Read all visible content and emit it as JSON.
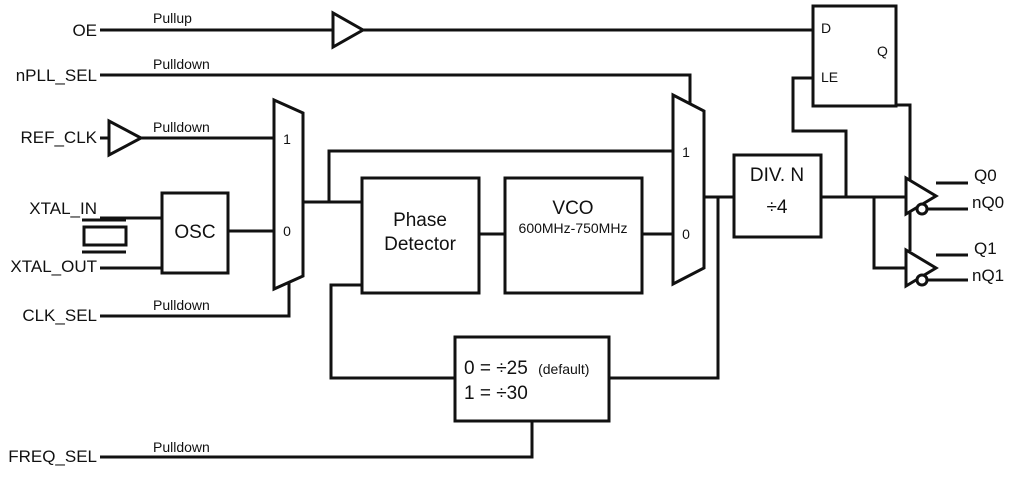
{
  "pins": {
    "oe": "OE",
    "npll_sel": "nPLL_SEL",
    "ref_clk": "REF_CLK",
    "xtal_in": "XTAL_IN",
    "xtal_out": "XTAL_OUT",
    "clk_sel": "CLK_SEL",
    "freq_sel": "FREQ_SEL",
    "q0": "Q0",
    "nq0": "nQ0",
    "q1": "Q1",
    "nq1": "nQ1"
  },
  "notes": {
    "oe": "Pullup",
    "npll_sel": "Pulldown",
    "ref_clk": "Pulldown",
    "clk_sel": "Pulldown",
    "freq_sel": "Pulldown"
  },
  "blocks": {
    "osc": "OSC",
    "phase_detector_line1": "Phase",
    "phase_detector_line2": "Detector",
    "vco": "VCO",
    "vco_range": "600MHz-750MHz",
    "div_title": "DIV. N",
    "div_value": "÷4",
    "fb_line1": "0 = ÷25",
    "fb_default": "(default)",
    "fb_line2": "1 = ÷30",
    "latch_d": "D",
    "latch_q": "Q",
    "latch_le": "LE",
    "mux1_in1": "1",
    "mux1_in0": "0",
    "mux2_in1": "1",
    "mux2_in0": "0"
  }
}
